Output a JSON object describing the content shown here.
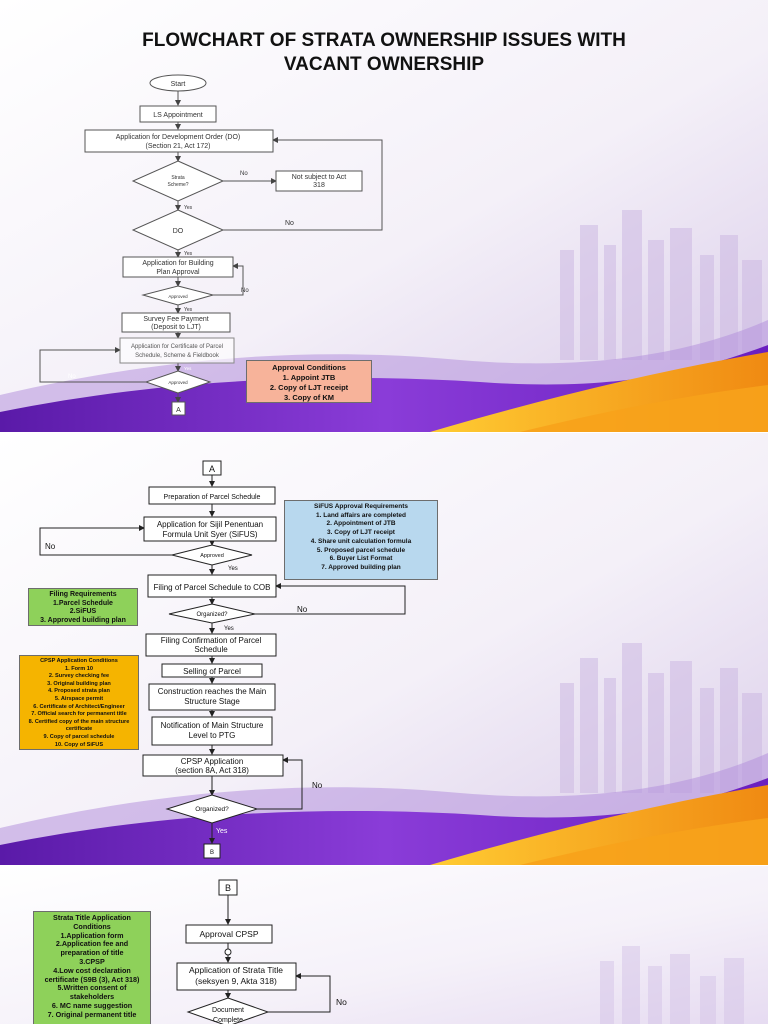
{
  "title": {
    "line1": "FLOWCHART OF STRATA OWNERSHIP ISSUES WITH",
    "line2": "VACANT OWNERSHIP"
  },
  "colors": {
    "approval_box": "#f7b39a",
    "sifus_box": "#b8d8ee",
    "filing_box": "#8ed15a",
    "cpsp_box": "#f5b400",
    "strata_box": "#8ed15a",
    "purple": "#7a2bd1",
    "orange": "#f7a21b"
  },
  "slide1": {
    "start": "Start",
    "ls_appointment": "LS Appointment",
    "dev_order_1": "Application for Development Order (DO)",
    "dev_order_2": "(Section 21, Act 172)",
    "strata_scheme_1": "Strata",
    "strata_scheme_2": "Scheme?",
    "no": "No",
    "not_subject_1": "Not subject to Act",
    "not_subject_2": "318",
    "yes": "Yes",
    "do": "DO",
    "building_plan_1": "Application for Building",
    "building_plan_2": "Plan Approval",
    "approved": "Approved",
    "survey_fee_1": "Survey Fee Payment",
    "survey_fee_2": "(Deposit to LJT)",
    "parcel_1": "Application for Certificate of Parcel",
    "parcel_2": "Schedule, Scheme & Fieldbook",
    "connector_a": "A",
    "approval_conditions": {
      "heading": "Approval Conditions",
      "items": [
        "1. Appoint JTB",
        "2. Copy of LJT receipt",
        "3. Copy of KM"
      ]
    }
  },
  "slide2": {
    "connector_a": "A",
    "prep_parcel": "Preparation of Parcel Schedule",
    "sifus_app_1": "Application for Sijil Penentuan",
    "sifus_app_2": "Formula Unit Syer (SiFUS)",
    "no": "No",
    "approved": "Approved",
    "yes": "Yes",
    "filing_cob": "Filing of Parcel Schedule to COB",
    "organized": "Organized?",
    "filing_confirm_1": "Filing  Confirmation of Parcel",
    "filing_confirm_2": "Schedule",
    "selling": "Selling of Parcel",
    "construction_1": "Construction reaches the Main",
    "construction_2": "Structure Stage",
    "notification_1": "Notification of Main Structure",
    "notification_2": "Level to PTG",
    "cpsp_app_1": "CPSP Application",
    "cpsp_app_2": "(section 8A, Act 318)",
    "connector_b": "B",
    "sifus_requirements": {
      "heading": "SiFUS Approval Requirements",
      "items": [
        "1. Land affairs are completed",
        "2. Appointment of JTB",
        "3. Copy of LJT receipt",
        "4. Share unit calculation formula",
        "5. Proposed parcel schedule",
        "6. Buyer List Format",
        "7. Approved building plan"
      ]
    },
    "filing_requirements": {
      "heading": "Filing Requirements",
      "items": [
        "1.Parcel Schedule",
        "2.SiFUS",
        "3. Approved building plan"
      ]
    },
    "cpsp_conditions": {
      "heading": "CPSP Application Conditions",
      "items": [
        "1.  Form 10",
        "2. Survey checking fee",
        "3. Original building plan",
        "4. Proposed strata plan",
        "5. Airspace permit",
        "6. Certificate of Architect/Engineer",
        "7. Official search for permanent title",
        "8. Certified copy of the main structure",
        "certificate",
        "9. Copy of parcel schedule",
        "10. Copy of SiFUS"
      ]
    }
  },
  "slide3": {
    "connector_b": "B",
    "approval_cpsp": "Approval CPSP",
    "strata_title_1": "Application of Strata Title",
    "strata_title_2": "(seksyen 9, Akta 318)",
    "no": "No",
    "doc_complete_1": "Document",
    "doc_complete_2": "Complete",
    "strata_conditions": {
      "heading_1": "Strata Title Application",
      "heading_2": "Conditions",
      "items": [
        "1.Application form",
        "2.Application fee and",
        "preparation of title",
        "3.CPSP",
        "4.Low cost declaration",
        "certificate (S9B (3), Act 318)",
        "5.Written consent of",
        "stakeholders",
        "6. MC name suggestion",
        "7. Original permanent title"
      ]
    }
  }
}
